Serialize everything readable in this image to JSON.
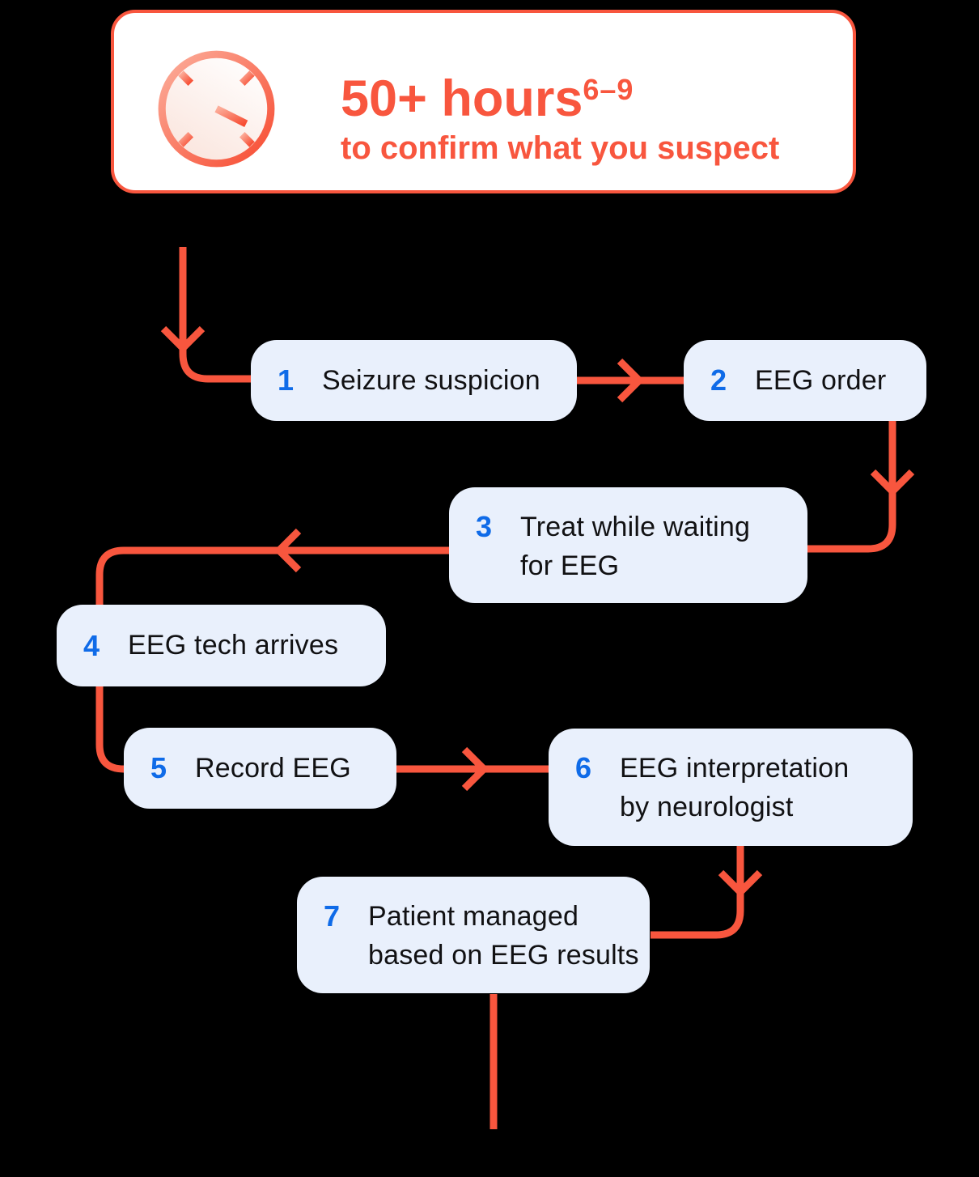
{
  "header": {
    "duration": "50+ hours",
    "superscript": "6–9",
    "subtitle": "to confirm what you suspect",
    "icon": "clock-icon"
  },
  "steps": [
    {
      "number": "1",
      "label": "Seizure suspicion"
    },
    {
      "number": "2",
      "label": "EEG order"
    },
    {
      "number": "3",
      "label": "Treat while waiting for EEG"
    },
    {
      "number": "4",
      "label": "EEG tech arrives"
    },
    {
      "number": "5",
      "label": "Record EEG"
    },
    {
      "number": "6",
      "label": "EEG interpretation by neurologist"
    },
    {
      "number": "7",
      "label": "Patient managed based on EEG results"
    }
  ],
  "flow": [
    {
      "from": "top",
      "to": "1"
    },
    {
      "from": "1",
      "to": "2"
    },
    {
      "from": "2",
      "to": "3"
    },
    {
      "from": "3",
      "to": "4"
    },
    {
      "from": "4",
      "to": "5"
    },
    {
      "from": "5",
      "to": "6"
    },
    {
      "from": "6",
      "to": "7"
    },
    {
      "from": "7",
      "to": "bottom"
    }
  ],
  "colors": {
    "accent": "#F8563E",
    "accent_light": "#FCAF9C",
    "clock_fill_tint": "#FAE4DC",
    "card_background": "#FFFFFF",
    "step_background": "#E9F0FC",
    "step_number_blue": "#0F6BE8",
    "step_text": "#111113",
    "page_background": "#000000"
  }
}
